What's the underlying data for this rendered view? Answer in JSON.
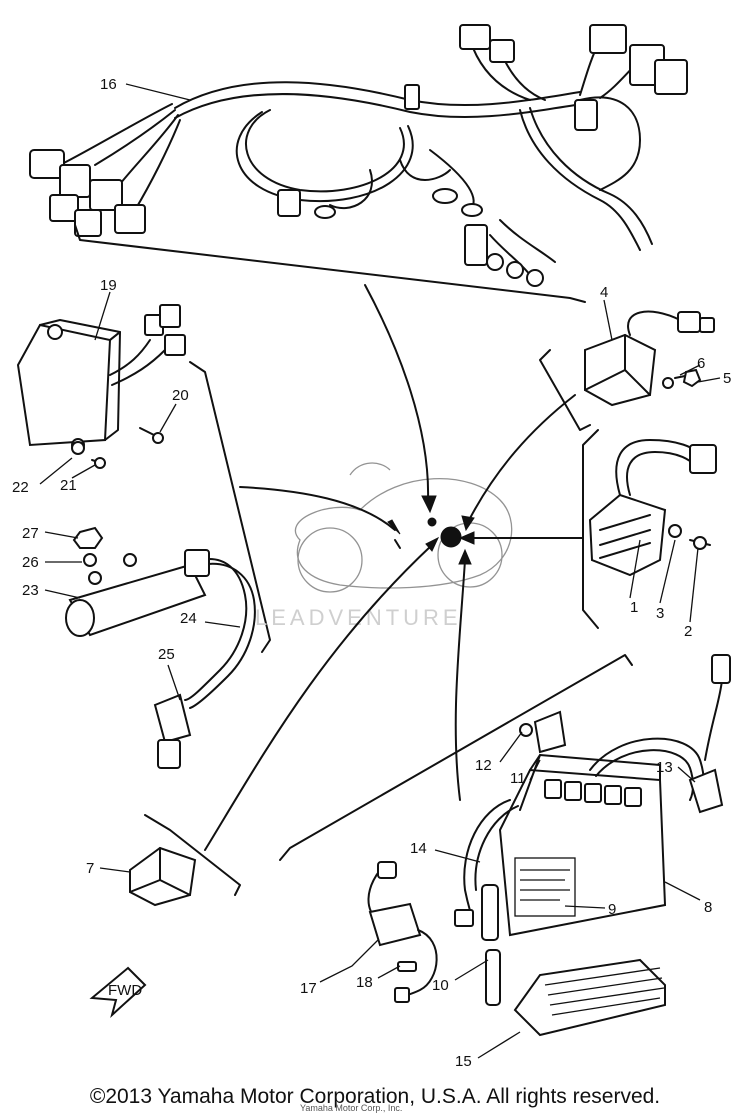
{
  "callouts": {
    "c1": "1",
    "c2": "2",
    "c3": "3",
    "c4": "4",
    "c5": "5",
    "c6": "6",
    "c7": "7",
    "c8": "8",
    "c9": "9",
    "c10": "10",
    "c11": "11",
    "c12": "12",
    "c13": "13",
    "c14": "14",
    "c15": "15",
    "c16": "16",
    "c17": "17",
    "c18": "18",
    "c19": "19",
    "c20": "20",
    "c21": "21",
    "c22": "22",
    "c23": "23",
    "c24": "24",
    "c25": "25",
    "c26": "26",
    "c27": "27"
  },
  "fwd_label": "FWD",
  "watermark": "LEADVENTURE",
  "copyright": "©2013 Yamaha Motor Corporation, U.S.A. All rights reserved.",
  "subnote": "Yamaha Motor Corp., Inc."
}
